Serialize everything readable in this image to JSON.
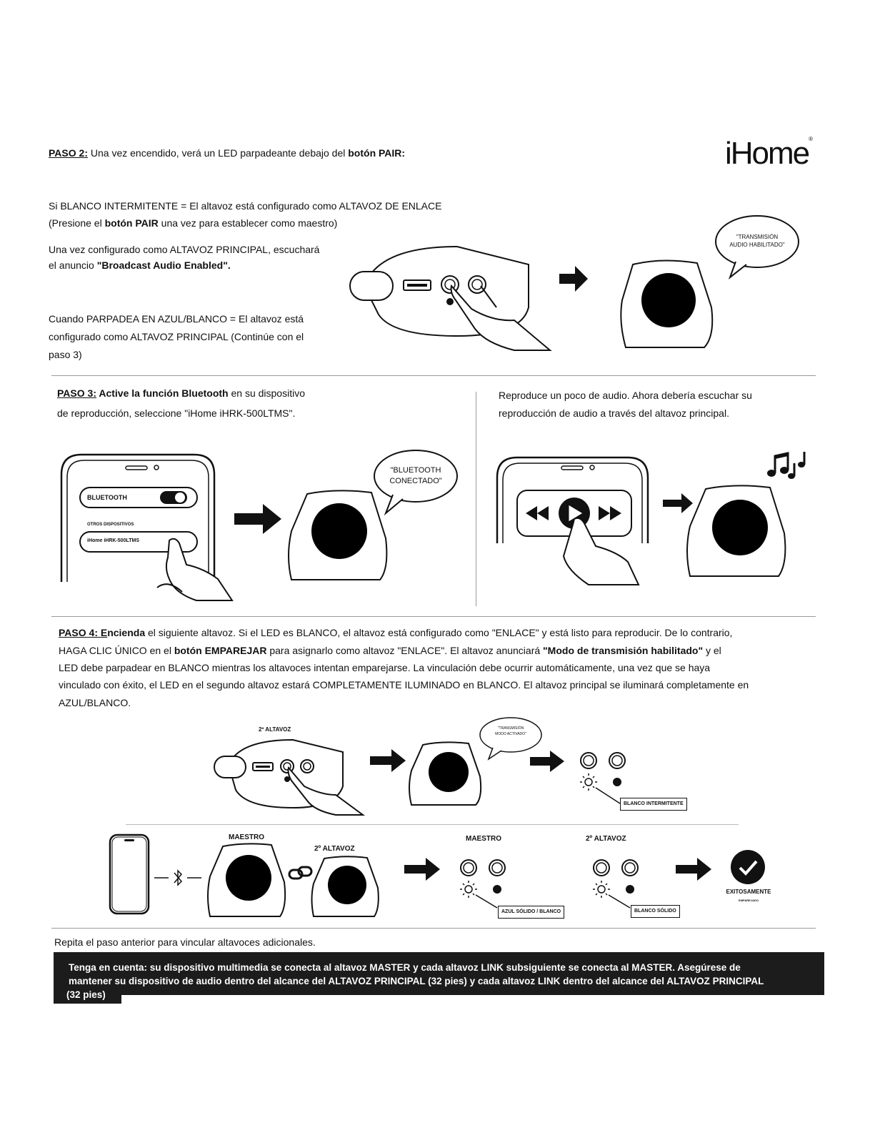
{
  "brand": {
    "logo": "iHome"
  },
  "step2": {
    "heading_label": "PASO 2:",
    "heading_text_a": " Una vez encendido, verá un LED parpadeante debajo del ",
    "heading_bold": "botón PAIR:",
    "white_line1": "Si BLANCO INTERMITENTE = El altavoz está configurado como ALTAVOZ DE ENLACE",
    "white_line2_a": "(Presione el ",
    "white_line2_bold": "botón PAIR",
    "white_line2_b": " una vez para establecer como maestro)",
    "principal_line1": "Una vez configurado como ALTAVOZ PRINCIPAL, escuchará",
    "principal_line2_a": "el anuncio ",
    "principal_line2_bold": "\"Broadcast Audio Enabled\".",
    "blue_line1": "Cuando PARPADEA EN AZUL/BLANCO = El altavoz está",
    "blue_line2": "configurado como ALTAVOZ PRINCIPAL (Continúe con el",
    "blue_line3": "paso 3)",
    "bubble_line1": "\"TRANSMISIÓN",
    "bubble_line2": "AUDIO HABILITADO\""
  },
  "step3": {
    "heading_label": "PASO 3:",
    "heading_bold": " Active la función Bluetooth",
    "heading_text": " en su dispositivo",
    "heading_line2": "de reproducción, seleccione \"iHome iHRK-500LTMS\".",
    "bt_label": "BLUETOOTH",
    "other_devices": "OTROS DISPOSITIVOS",
    "device_name": "iHome iHRK-500LTMS",
    "bubble_line1": "\"BLUETOOTH",
    "bubble_line2": "CONECTADO\"",
    "right_line1": "Reproduce un poco de audio. Ahora debería escuchar su",
    "right_line2": "reproducción de audio a través del altavoz principal."
  },
  "step4": {
    "heading_label": "PASO 4: E",
    "heading_bold": "ncienda",
    "line1": " el siguiente altavoz. Si el LED es BLANCO, el altavoz está configurado como \"ENLACE\" y está listo para reproducir. De lo contrario,",
    "line2_a": "HAGA CLIC ÚNICO en el ",
    "line2_bold1": "botón EMPAREJAR",
    "line2_b": " para asignarlo como altavoz \"ENLACE\". El altavoz anunciará ",
    "line2_bold2": "\"Modo de transmisión habilitado\"",
    "line2_c": " y el",
    "line3": "LED debe parpadear en BLANCO mientras los altavoces intentan emparejarse. La vinculación debe ocurrir automáticamente, una vez que se haya",
    "line4": "vinculado con éxito, el LED en el segundo altavoz estará COMPLETAMENTE ILUMINADO en BLANCO. El altavoz principal se iluminará completamente en",
    "line5": "AZUL/BLANCO.",
    "second_speaker": "2º ALTAVOZ",
    "bubble_line1": "\"TRANSMISIÓN",
    "bubble_line2": "MODO ACTIVADO\"",
    "white_blink": "BLANCO INTERMITENTE",
    "master": "MAESTRO",
    "second_speaker_b": "2º ALTAVOZ",
    "master_b": "MAESTRO",
    "second_speaker_c": "2º ALTAVOZ",
    "solid_blue_white": "AZUL SÓLIDO / BLANCO",
    "solid_white": "BLANCO SÓLIDO",
    "success": "EXITOSAMENTE",
    "paired": "EMPAREJADO",
    "repeat": "Repita el paso anterior para vincular altavoces adicionales."
  },
  "note": {
    "line1": "Tenga en cuenta: su dispositivo multimedia se conecta al altavoz MASTER y cada altavoz LINK subsiguiente se conecta al MASTER. Asegúrese de",
    "line2": "mantener su dispositivo de audio dentro del alcance del ALTAVOZ PRINCIPAL (32 pies) y cada altavoz LINK dentro del alcance del ALTAVOZ PRINCIPAL",
    "line3": "(32 pies)"
  },
  "icons": [
    "arrow-icon",
    "speaker-icon",
    "hand-icon",
    "phone-icon",
    "bluetooth-icon",
    "link-icon",
    "checkmark-icon",
    "music-notes-icon",
    "play-icon",
    "led-icon"
  ]
}
